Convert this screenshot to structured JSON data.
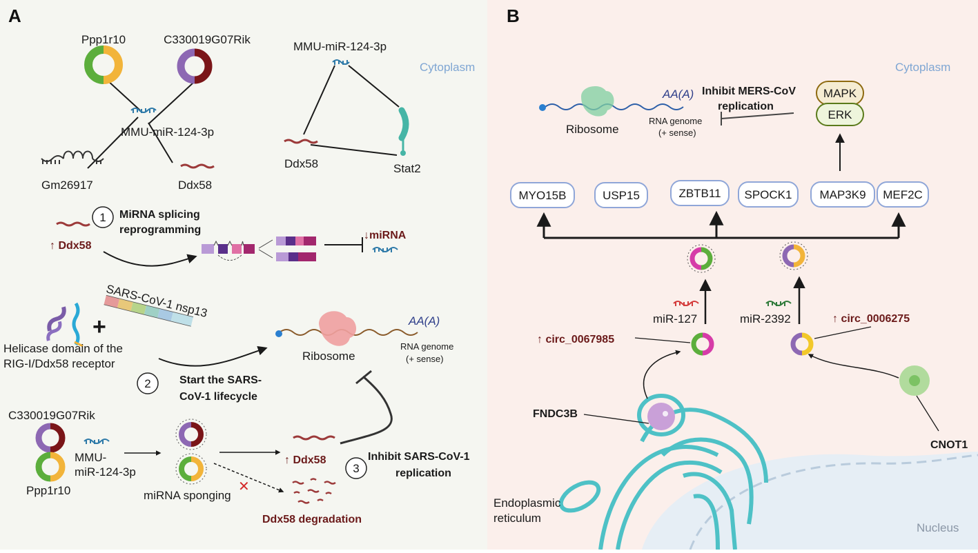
{
  "panel_a": {
    "letter": "A",
    "cytoplasm": "Cytoplasm",
    "network_left": {
      "circ1": "Ppp1r10",
      "circ2": "C330019G07Rik",
      "mirna": "MMU-miR-124-3p",
      "lnc": "Gm26917",
      "mrna": "Ddx58"
    },
    "network_right": {
      "mirna": "MMU-miR-124-3p",
      "mrna": "Ddx58",
      "protein": "Stat2"
    },
    "step1": {
      "num": "1",
      "title_l1": "MiRNA splicing",
      "title_l2": "reprogramming",
      "up_ddx58": "↑ Ddx58",
      "down_mirna": "↓miRNA"
    },
    "step2": {
      "num": "2",
      "helicase_l1": "Helicase domain of the",
      "helicase_l2": "RIG-I/Ddx58 receptor",
      "plus": "+",
      "nsp13": "SARS-CoV-1 nsp13",
      "ribosome": "Ribosome",
      "polya": "AA(A)",
      "genome_l1": "RNA genome",
      "genome_l2": "(+ sense)",
      "title_l1": "Start the SARS-",
      "title_l2": "CoV-1 lifecycle"
    },
    "step3": {
      "num": "3",
      "circ2": "C330019G07Rik",
      "circ1": "Ppp1r10",
      "mirna_l1": "MMU-",
      "mirna_l2": "miR-124-3p",
      "sponging": "miRNA sponging",
      "up_ddx58": "↑ Ddx58",
      "degradation": "Ddx58 degradation",
      "cross": "✕",
      "title_l1": "Inhibit SARS-CoV-1",
      "title_l2": "replication"
    }
  },
  "panel_b": {
    "letter": "B",
    "cytoplasm": "Cytoplasm",
    "nucleus": "Nucleus",
    "er_l1": "Endoplasmic",
    "er_l2": "reticulum",
    "ribosome": "Ribosome",
    "polya": "AA(A)",
    "genome_l1": "RNA genome",
    "genome_l2": "(+ sense)",
    "inhibit_l1": "Inhibit MERS-CoV",
    "inhibit_l2": "replication",
    "mapk": "MAPK",
    "erk": "ERK",
    "genes": [
      "MYO15B",
      "USP15",
      "ZBTB11",
      "SPOCK1",
      "MAP3K9",
      "MEF2C"
    ],
    "mir127": "miR-127",
    "mir2392": "miR-2392",
    "circ_a": "↑ circ_0067985",
    "circ_b": "↑ circ_0006275",
    "fndc3b": "FNDC3B",
    "cnot1": "CNOT1"
  },
  "colors": {
    "panel_a_bg": "#f5f6f1",
    "panel_b_bg": "#fbefeb",
    "nucleus_bg": "#e6eef5",
    "er": "#4ec1c6",
    "mirna_blue": "#2d79a8",
    "mrna_red": "#9c3a3a",
    "gene_box": "#8fa6d8",
    "dark_red_text": "#6b1a1a"
  }
}
